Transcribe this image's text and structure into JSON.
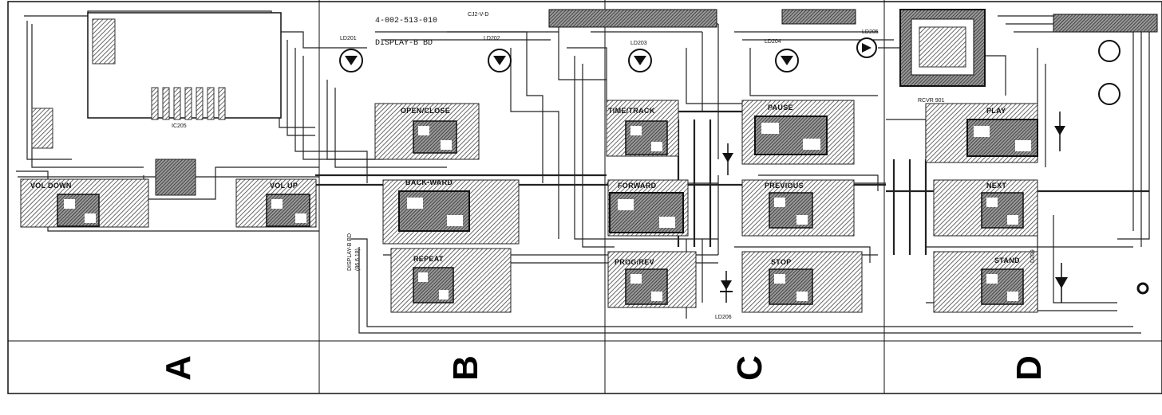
{
  "header": {
    "part_number": "4-002-513-010",
    "display_label": "DISPLAY-B BD",
    "connector_label": "CJ2-V-D"
  },
  "buttons": {
    "vol_down": "VOL DOWN",
    "vol_up": "VOL UP",
    "open_close": "OPEN/CLOSE",
    "backward": "BACK-WARD",
    "repeat": "REPEAT",
    "time_track": "TIME/TRACK",
    "forward": "FORWARD",
    "prog_rev": "PROG/REV",
    "pause": "PAUSE",
    "previous": "PREVIOUS",
    "stop": "STOP",
    "play": "PLAY",
    "next": "NEXT",
    "standby": "STAND"
  },
  "components": {
    "ic": "IC205",
    "rcvr": "RCVR 901",
    "leds": [
      "LD201",
      "LD202",
      "LD203",
      "LD204",
      "LD205",
      "LD206"
    ],
    "diode": "D209",
    "stamp_line1": "DISPLAY-B BD",
    "stamp_line2": "(86.6.18)"
  },
  "columns": [
    "A",
    "B",
    "C",
    "D"
  ],
  "colors": {
    "trace": "#111111",
    "pad_fill": "#8a8a8a",
    "hatch": "#5a5a5a",
    "background": "#ffffff"
  }
}
